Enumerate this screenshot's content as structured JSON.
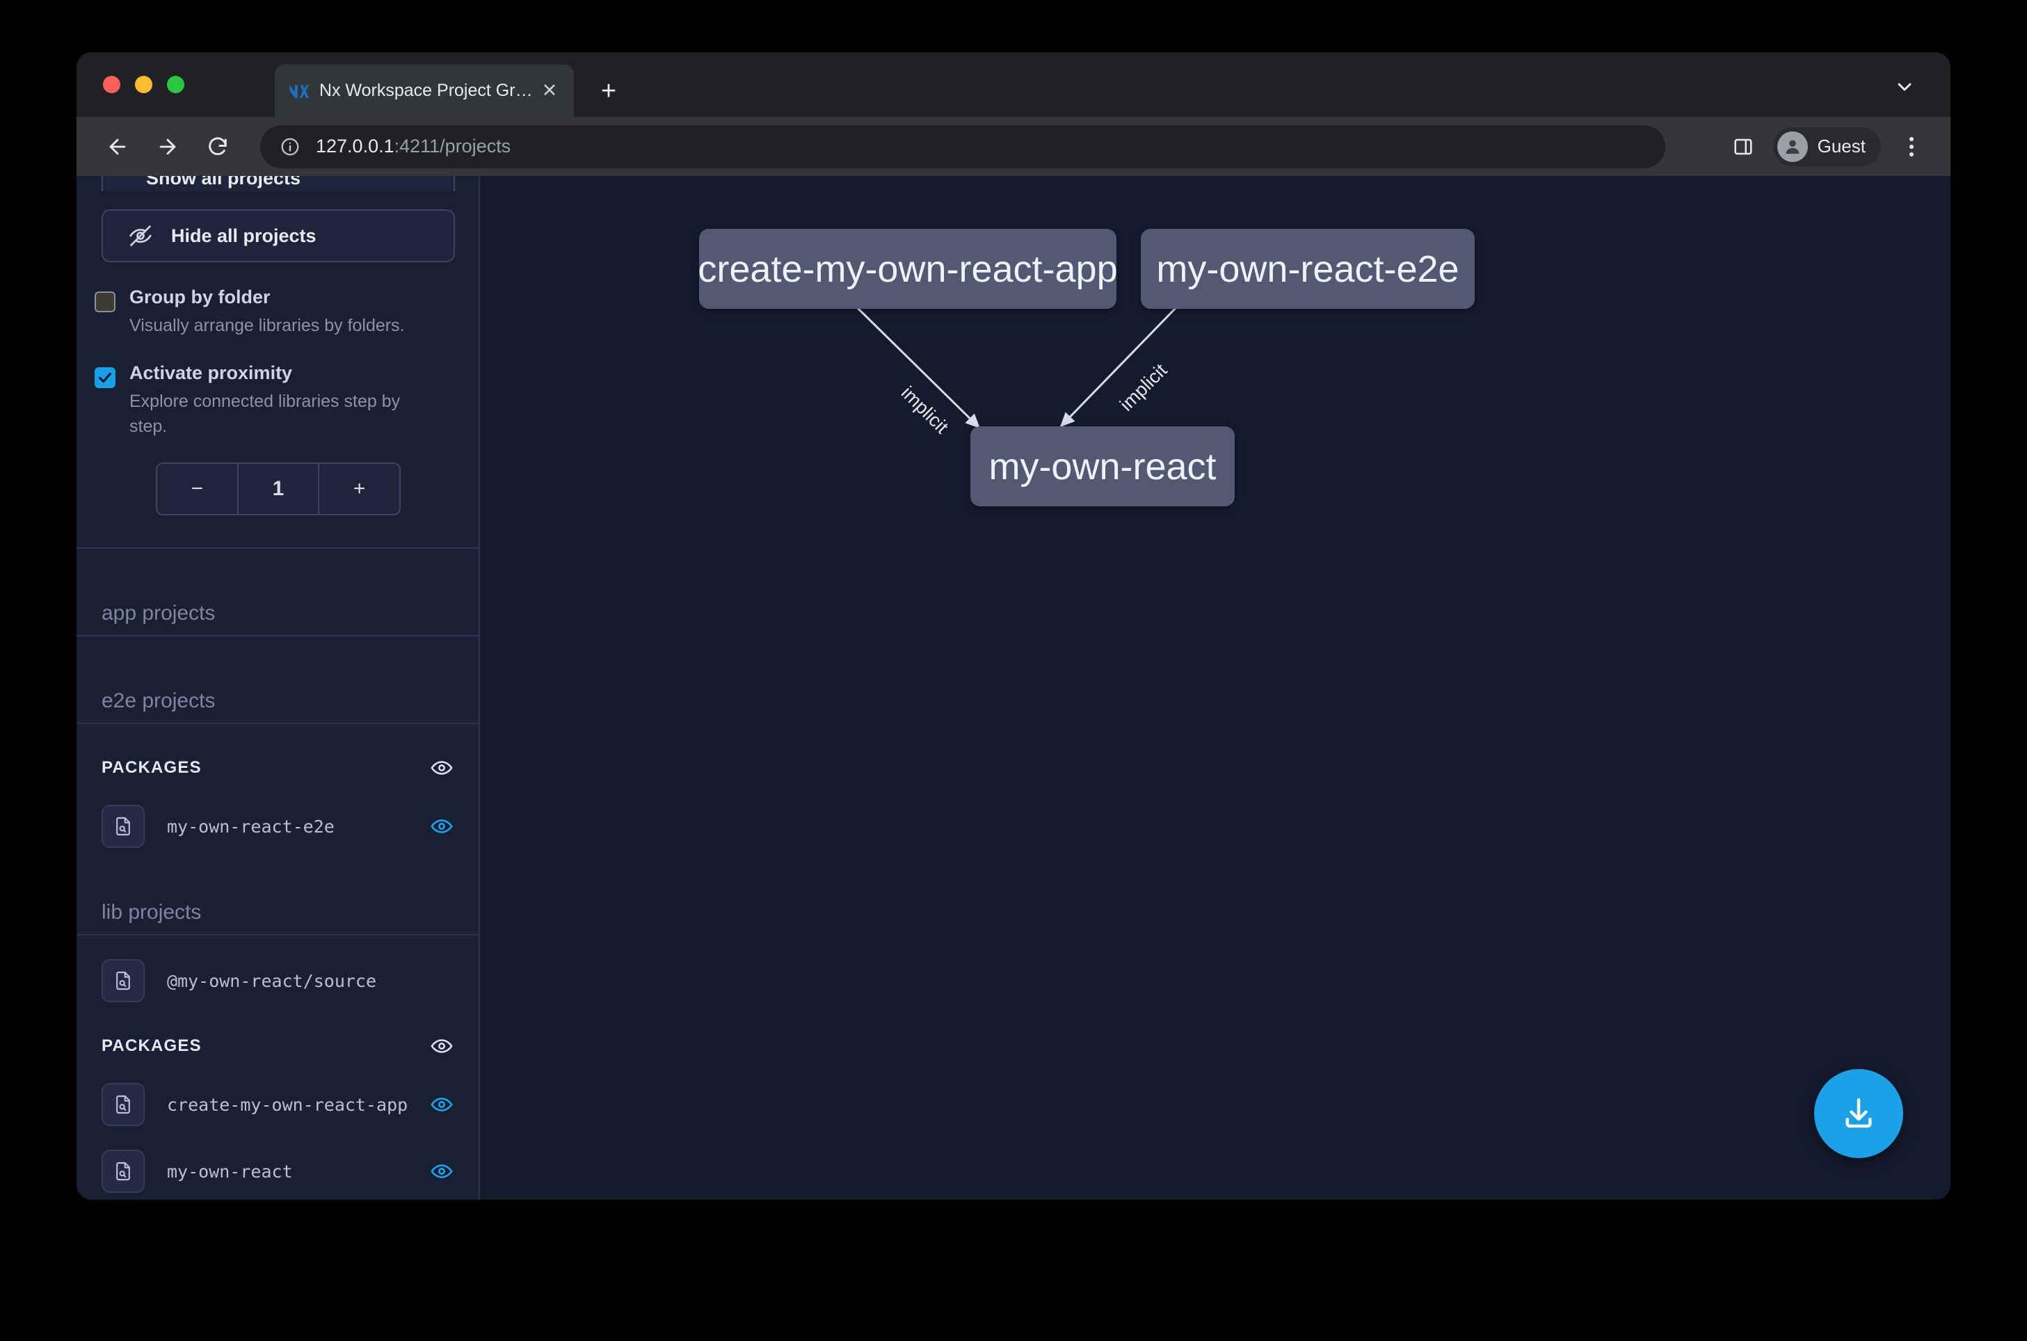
{
  "browser": {
    "tab": {
      "title": "Nx Workspace Project Graph",
      "favicon_icon": "nx-logo-icon",
      "close_icon": "close-icon"
    },
    "new_tab_icon": "plus-icon",
    "tabstrip_chevron_icon": "chevron-down-icon",
    "nav": {
      "back_icon": "back-arrow-icon",
      "forward_icon": "forward-arrow-icon",
      "reload_icon": "reload-icon"
    },
    "omnibox": {
      "info_icon": "info-circle-icon",
      "host": "127.0.0.1",
      "path": ":4211/projects"
    },
    "right": {
      "side_panel_icon": "side-panel-icon",
      "avatar_icon": "user-avatar-icon",
      "profile_name": "Guest",
      "menu_icon": "kebab-menu-icon"
    }
  },
  "sidebar": {
    "top_button_clipped": {
      "label": "Show all projects",
      "icon": "eye-icon"
    },
    "hide_all": {
      "label": "Hide all projects",
      "icon": "eye-off-icon"
    },
    "options": [
      {
        "title": "Group by folder",
        "desc": "Visually arrange libraries by folders.",
        "checked": false
      },
      {
        "title": "Activate proximity",
        "desc": "Explore connected libraries step by step.",
        "checked": true
      }
    ],
    "stepper": {
      "minus": "−",
      "value": "1",
      "plus": "+"
    },
    "groups": [
      {
        "label": "app projects",
        "type": "group-heading"
      },
      {
        "label": "e2e projects",
        "type": "group-heading"
      }
    ],
    "sections": [
      {
        "heading": "PACKAGES",
        "heading_eye_icon": "eye-icon",
        "items": [
          {
            "name": "my-own-react-e2e",
            "file_icon": "file-search-icon",
            "eye_icon": "eye-icon",
            "active": true
          }
        ]
      },
      {
        "heading": "lib projects",
        "type": "group-heading",
        "items": [
          {
            "name": "@my-own-react/source",
            "file_icon": "file-search-icon",
            "eye_icon": null,
            "active": false
          }
        ]
      },
      {
        "heading": "PACKAGES",
        "heading_eye_icon": "eye-icon",
        "items": [
          {
            "name": "create-my-own-react-app",
            "file_icon": "file-search-icon",
            "eye_icon": "eye-icon",
            "active": true
          },
          {
            "name": "my-own-react",
            "file_icon": "file-search-icon",
            "eye_icon": "eye-icon",
            "active": true
          }
        ]
      }
    ]
  },
  "graph": {
    "nodes": [
      {
        "id": "create-my-own-react-app",
        "label": "create-my-own-react-app"
      },
      {
        "id": "my-own-react-e2e",
        "label": "my-own-react-e2e"
      },
      {
        "id": "my-own-react",
        "label": "my-own-react"
      }
    ],
    "edges": [
      {
        "from": "create-my-own-react-app",
        "to": "my-own-react",
        "label": "implicit"
      },
      {
        "from": "my-own-react-e2e",
        "to": "my-own-react",
        "label": "implicit"
      }
    ],
    "download_button_icon": "download-icon"
  },
  "colors": {
    "accent": "#1ba1e8",
    "node_fill": "#525a73",
    "canvas_bg": "#151a2d",
    "sidebar_bg": "#182033"
  }
}
